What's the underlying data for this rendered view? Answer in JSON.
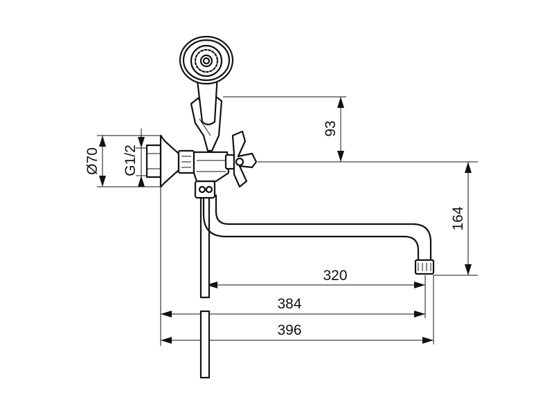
{
  "dimensions": {
    "shower_height": "93",
    "spout_height": "164",
    "spout_reach": "320",
    "pipe_to_outlet": "384",
    "overall_length": "396",
    "flange_diameter": "Ø70",
    "thread_size": "G1/2"
  },
  "colors": {
    "line": "#111111",
    "background": "#ffffff"
  }
}
